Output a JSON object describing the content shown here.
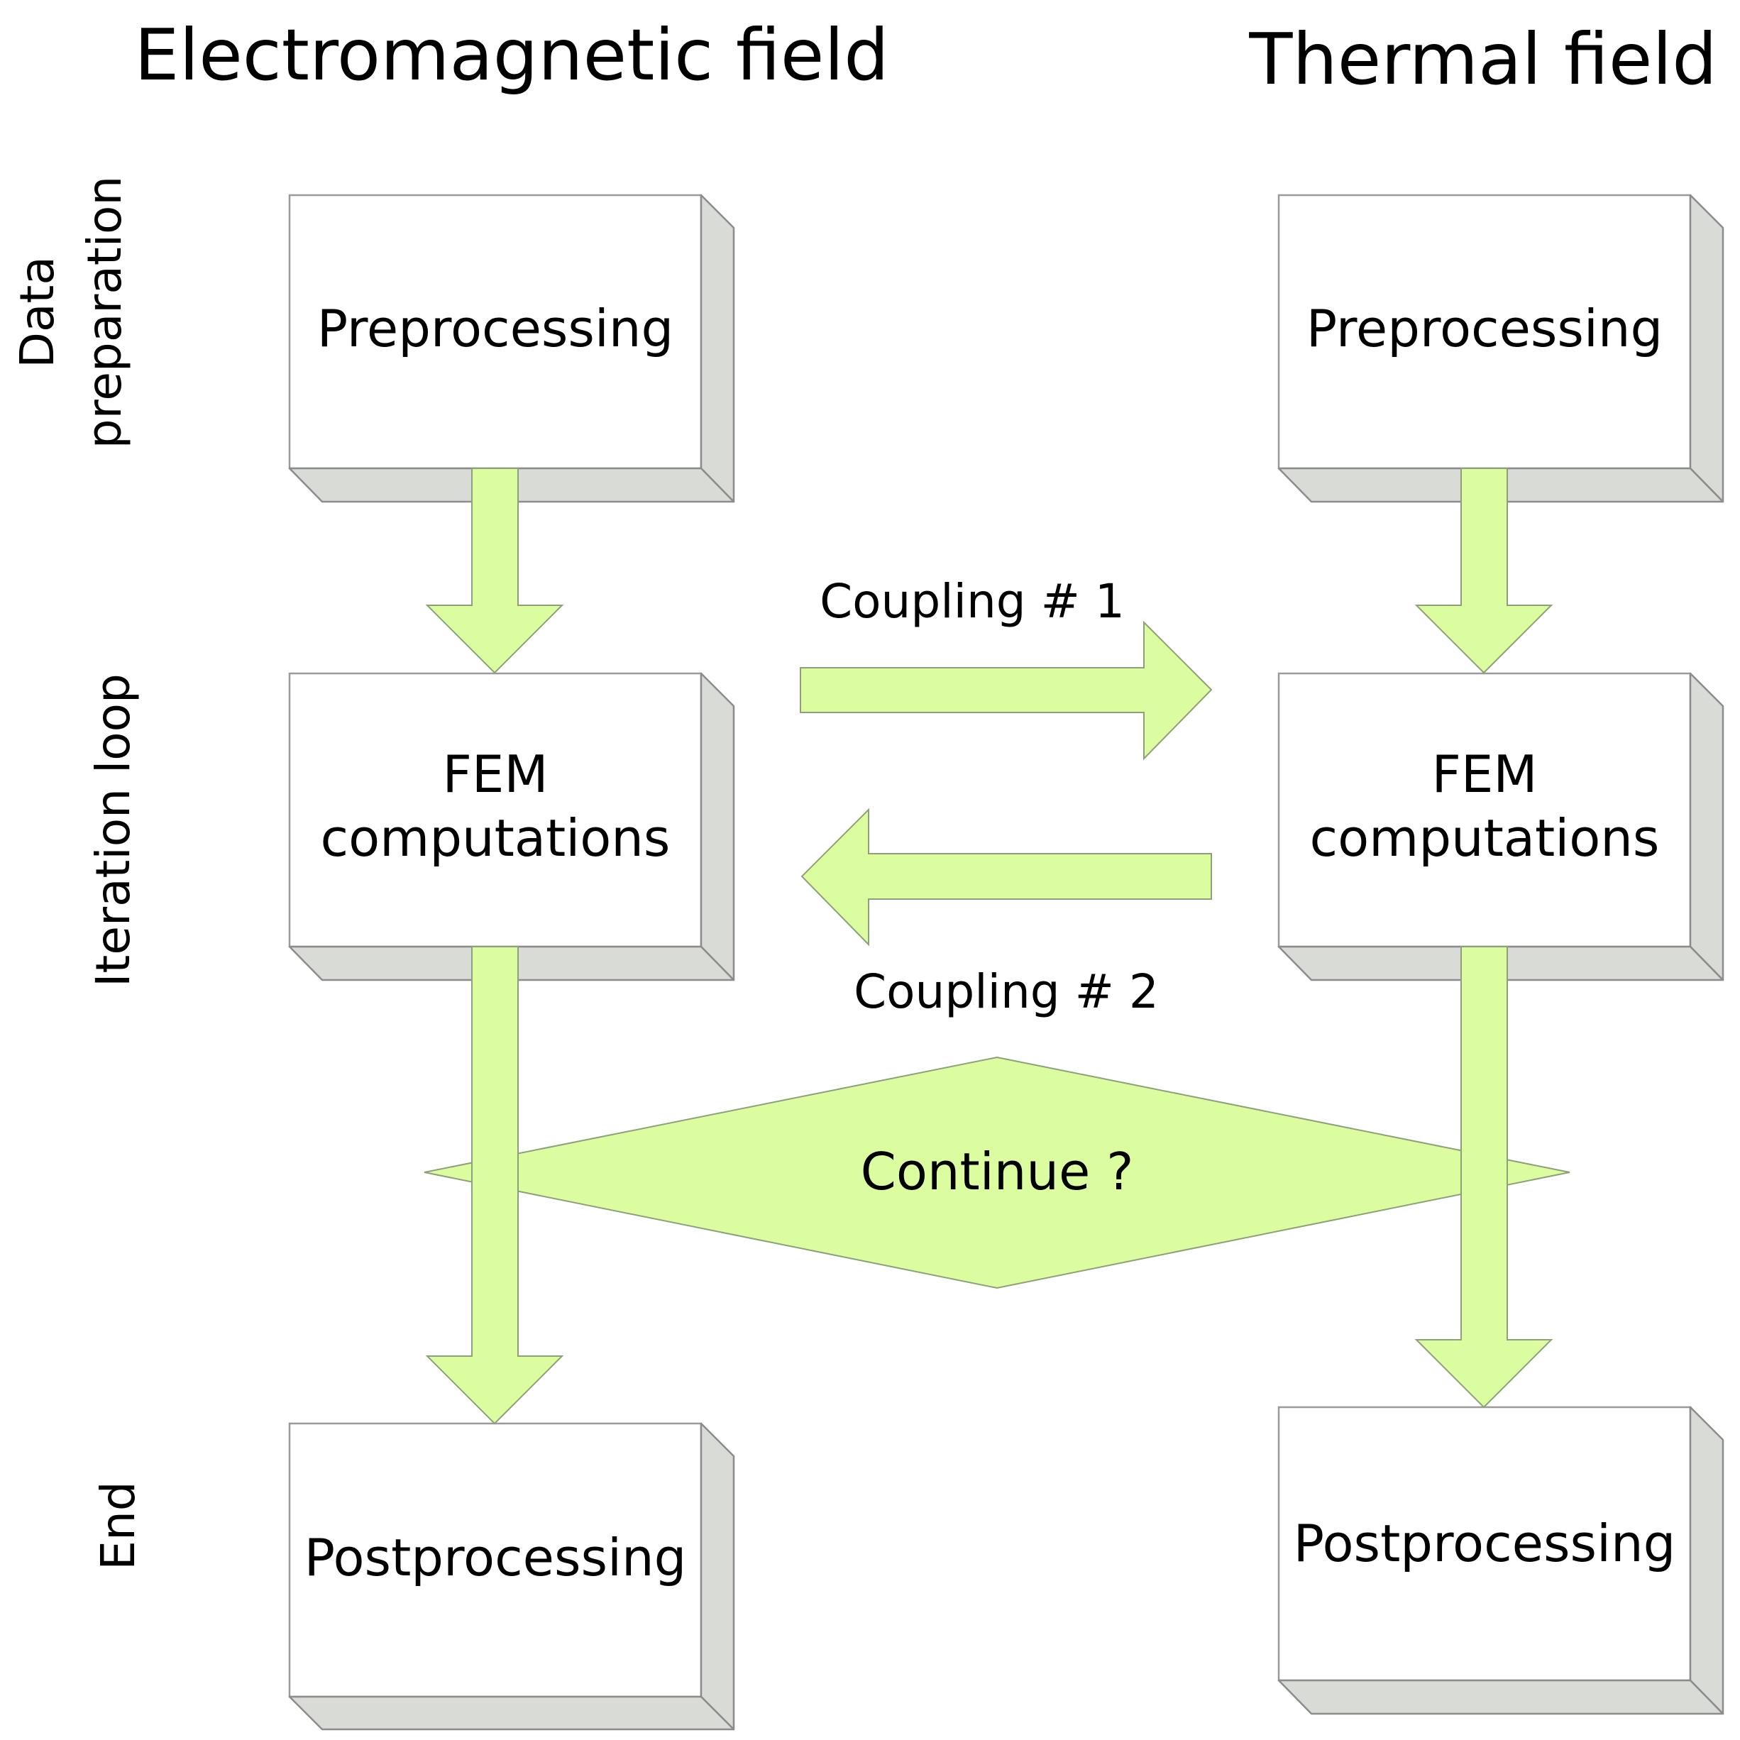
{
  "headers": {
    "left": "Electromagnetic field",
    "right": "Thermal field"
  },
  "row_labels": {
    "data_preparation": [
      "Data",
      "preparation"
    ],
    "iteration_loop": "Iteration  loop",
    "end": "End"
  },
  "boxes": {
    "left_pre": [
      "Preprocessing"
    ],
    "right_pre": [
      "Preprocessing"
    ],
    "left_fem": [
      "FEM",
      "computations"
    ],
    "right_fem": [
      "FEM",
      "computations"
    ],
    "left_post": [
      "Postprocessing"
    ],
    "right_post": [
      "Postprocessing"
    ]
  },
  "couplings": {
    "c1": "Coupling # 1",
    "c2": "Coupling # 2"
  },
  "decision": "Continue ?",
  "colors": {
    "arrow_fill": "#dcfd9f",
    "arrow_stroke": "#8ca07a",
    "box_face": "#ffffff",
    "box_side": "#d9dbd6",
    "box_stroke": "#9a9a9a"
  }
}
